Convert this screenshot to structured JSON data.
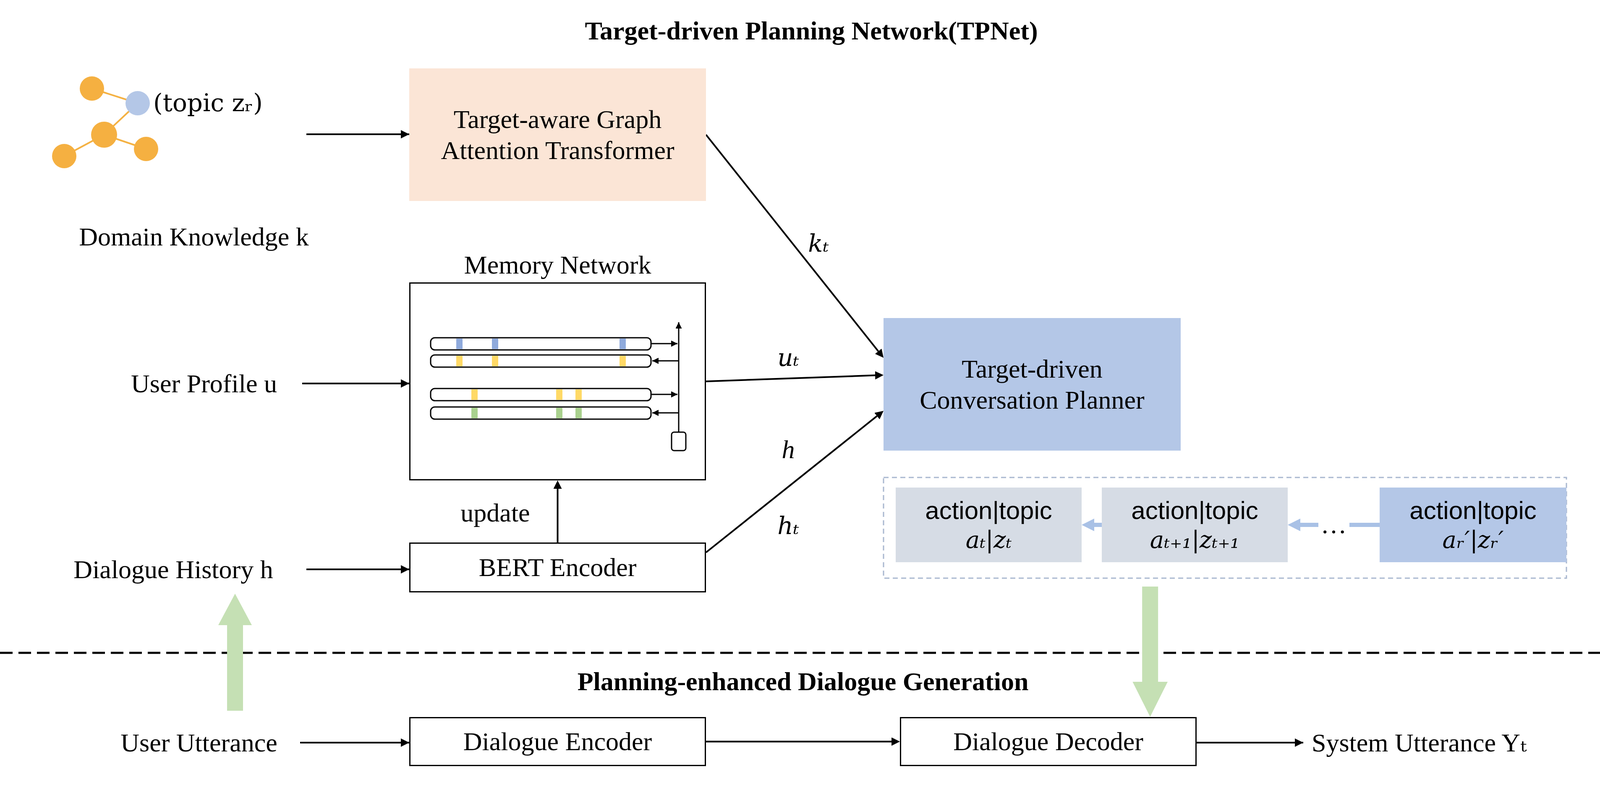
{
  "diagram": {
    "title": "Target-driven Planning Network(TPNet)",
    "nodes": [
      {
        "text": [
          "Target-aware Graph Attention Transformer"
        ]
      },
      {
        "text": [
          "Memory Network"
        ]
      },
      {
        "text": [
          "BERT Encoder"
        ]
      },
      {
        "text": [
          "Target-driven Conversation Planner"
        ]
      },
      {
        "text": [
          "action|topic",
          "aₜ|zₜ"
        ]
      },
      {
        "text": [
          "action|topic",
          "aₜ₊₁|zₜ₊₁"
        ]
      },
      {
        "text": [
          "action|topic",
          "aᵣ′|zᵣ′"
        ]
      },
      {
        "text": [
          "Dialogue Encoder"
        ]
      },
      {
        "text": [
          "Dialogue Decoder"
        ]
      }
    ],
    "edges": [
      {
        "from": 0,
        "to": 3,
        "label": "kₜ",
        "arrow": "to"
      },
      {
        "from": 1,
        "to": 3,
        "label": "uₜ",
        "arrow": "to"
      },
      {
        "from": 2,
        "to": 3,
        "label": "h",
        "arrow": "to"
      },
      {
        "from": 2,
        "to": 1,
        "label": "update",
        "arrow": "to"
      },
      {
        "from": 5,
        "to": 4,
        "arrow": "to"
      },
      {
        "from": 6,
        "to": 5,
        "label": "…",
        "arrow": "to"
      },
      {
        "from": 5,
        "to": 8,
        "arrow": "to"
      },
      {
        "from": 7,
        "to": 8,
        "arrow": "to"
      }
    ],
    "labels": [
      "(topic zᵣ)",
      "Domain Knowledge k",
      "User Profile u",
      "Dialogue History h",
      "hₜ",
      "Planning-enhanced Dialogue Generation",
      "User Utterance",
      "System Utterance Yₜ"
    ]
  }
}
